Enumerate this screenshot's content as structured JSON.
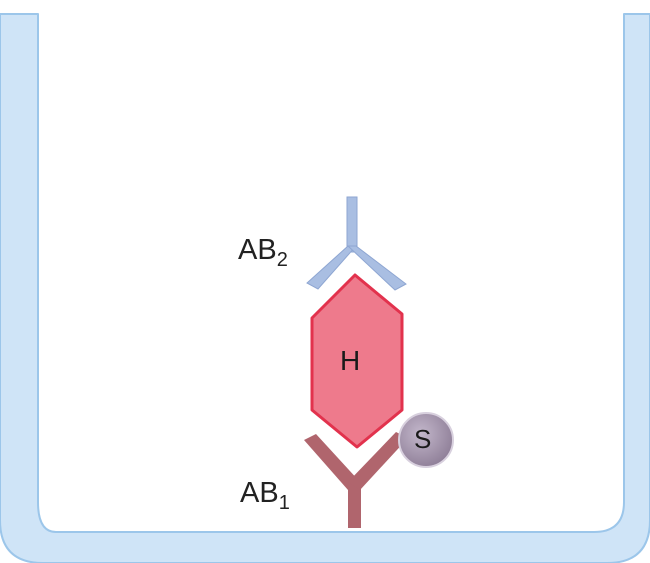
{
  "labels": {
    "ab2_main": "AB",
    "ab2_sub": "2",
    "ab1_main": "AB",
    "ab1_sub": "1",
    "hormone": "H",
    "substrate": "S"
  },
  "colors": {
    "well_fill": "#cfe4f7",
    "well_stroke": "#9cc6ea",
    "ab2": "#a9bee2",
    "ab2_stroke": "#8ea6d2",
    "hormone_fill": "#ee7a8c",
    "hormone_stroke": "#e2324d",
    "ab1": "#b0656d",
    "substrate_fill": "#9d8fa6",
    "substrate_stroke": "#c6bccd"
  },
  "icons": [
    "well-icon",
    "antibody-2-icon",
    "hormone-icon",
    "antibody-1-icon",
    "substrate-icon"
  ]
}
